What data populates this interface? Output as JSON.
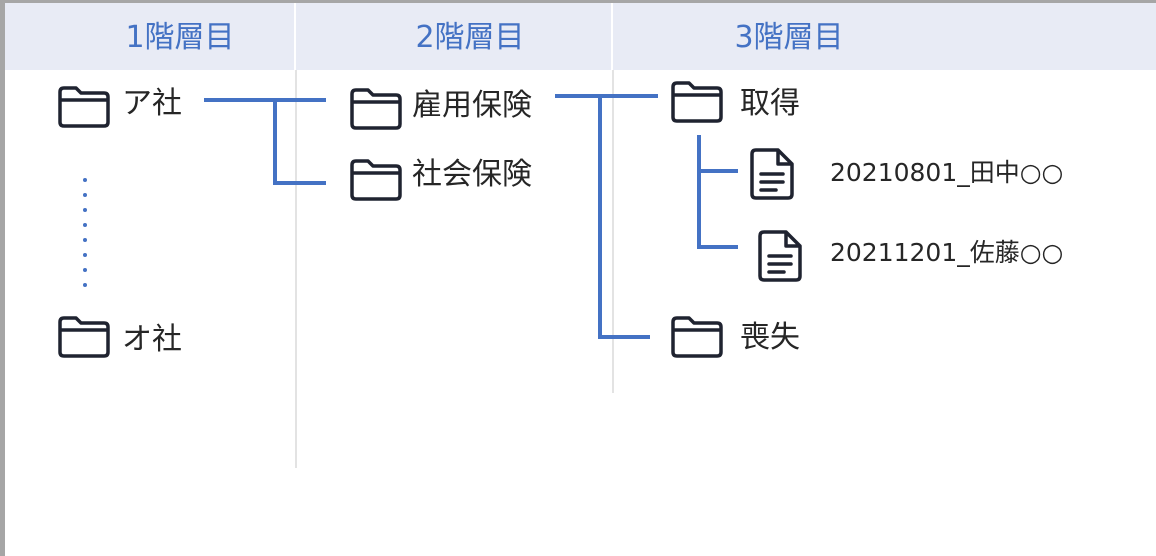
{
  "columns": [
    {
      "label": "1階層目"
    },
    {
      "label": "2階層目"
    },
    {
      "label": "3階層目"
    }
  ],
  "level1": {
    "first": "ア社",
    "last": "オ社"
  },
  "level2": {
    "items": [
      "雇用保険",
      "社会保険"
    ]
  },
  "level3": {
    "folders": [
      "取得",
      "喪失"
    ]
  },
  "files": [
    {
      "name": "20210801_田中○○"
    },
    {
      "name": "20211201_佐藤○○"
    }
  ],
  "colors": {
    "accent": "#4472c4",
    "header_bg": "#e8ebf5",
    "icon": "#1f2330",
    "text": "#262626"
  },
  "icons": {
    "folder": "folder-icon",
    "document": "document-icon"
  }
}
